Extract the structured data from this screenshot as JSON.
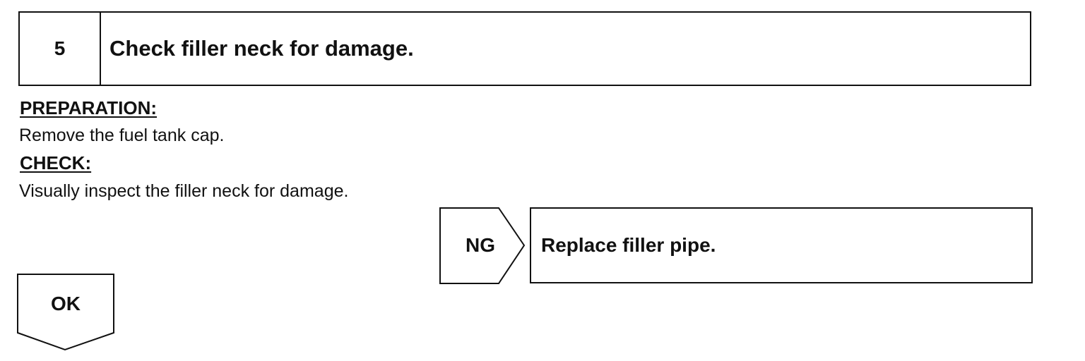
{
  "step": {
    "number": "5",
    "title": "Check filler neck for damage."
  },
  "preparation": {
    "heading": "PREPARATION:",
    "text": "Remove the fuel tank cap."
  },
  "check": {
    "heading": "CHECK:",
    "text": "Visually inspect the filler neck for damage."
  },
  "ng_branch": {
    "label": "NG",
    "action": "Replace filler pipe."
  },
  "ok_branch": {
    "label": "OK"
  }
}
